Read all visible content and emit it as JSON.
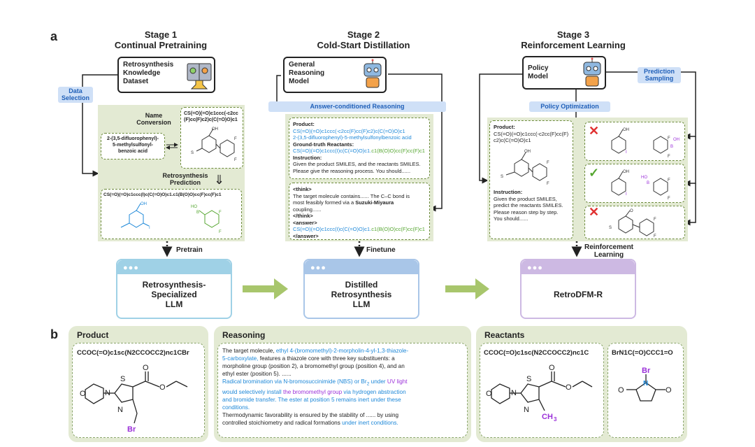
{
  "panel_a": {
    "letter": "a",
    "stage1": {
      "title1": "Stage 1",
      "title2": "Continual Pretraining",
      "dataset_l1": "Retrosynthesis",
      "dataset_l2": "Knowledge",
      "dataset_l3": "Dataset",
      "data_selection_1": "Data",
      "data_selection_2": "Selection",
      "name_conversion_1": "Name",
      "name_conversion_2": "Conversion",
      "iupac_1": "2-(3,5-difluorophenyl)-",
      "iupac_2": "5-methylsulfonyl-",
      "iupac_3": "benzoic acid",
      "smiles_1": "CS(=O)(=O)c1ccc(-c2cc",
      "smiles_2": "(F)cc(F)c2)c(C(=O)O)c1",
      "retro_pred_1": "Retrosynthesis",
      "retro_pred_2": "Prediction",
      "reaction_smiles": "CS(=O)(=O)c1ccc(I)c(C(=O)O)c1.c1(B(O)O)cc(F)cc(F)c1",
      "pretrain": "Pretrain",
      "llm_1": "Retrosynthesis-",
      "llm_2": "Specialized",
      "llm_3": "LLM"
    },
    "stage2": {
      "title1": "Stage 2",
      "title2": "Cold-Start Distillation",
      "model_l1": "General",
      "model_l2": "Reasoning",
      "model_l3": "Model",
      "answer_cond": "Answer-conditioned Reasoning",
      "product_label": "Product:",
      "product_smiles": "CS(=O)(=O)c1ccc(-c2cc(F)cc(F)c2)c(C(=O)O)c1",
      "product_name": "2-(3,5-difluorophenyl)-5-methylsulfonylbenzoic acid",
      "gt_label": "Ground-truth Reactants:",
      "gt_smiles": "CS(=O)(=O)c1ccc(I)c(C(=O)O)c1.",
      "gt_smiles_b": "c1(B(O)O)cc(F)cc(F)c1",
      "instr_label": "Instruction:",
      "instr_1": "Given the product SMILES,  and the reactants SMILES.",
      "instr_2": "Please give the reasoning process. You should......",
      "think_open": "<think>",
      "think_1": "The target molecule contains...... The C–C bond is",
      "think_2": "most feasibly formed via a",
      "think_bold": "Suzuki-Miyaura",
      "think_3": "coupling......",
      "think_close": "</think>",
      "answer_open": "<answer>",
      "answer_smiles": "CS(=O)(=O)c1ccc(I)c(C(=O)O)c1.",
      "answer_smiles_b": "c1(B(O)O)cc(F)cc(F)c1",
      "answer_close": "</answer>",
      "finetune": "Finetune",
      "llm_1": "Distilled",
      "llm_2": "Retrosynthesis",
      "llm_3": "LLM"
    },
    "stage3": {
      "title1": "Stage 3",
      "title2": "Reinforcement Learning",
      "model_l1": "Policy",
      "model_l2": "Model",
      "pred_sampling_1": "Prediction",
      "pred_sampling_2": "Sampling",
      "policy_opt": "Policy Optimization",
      "product_label": "Product:",
      "product_1": "CS(=O)(=O)c1ccc(-c2cc(F)cc(F)",
      "product_2": "c2)c(C(=O)O)c1",
      "instr_label": "Instruction:",
      "instr_1": "Given the product SMILES,",
      "instr_2": "predict the reactants SMILES.",
      "instr_3": "Please reason step by step.",
      "instr_4": "You should......",
      "rl_1": "Reinforcement",
      "rl_2": "Learning",
      "llm_1": "RetroDFM-R"
    }
  },
  "panel_b": {
    "letter": "b",
    "product_title": "Product",
    "product_smiles": "CCOC(=O)c1sc(N2CCOCC2)nc1CBr",
    "reasoning_title": "Reasoning",
    "r_l1_a": "The target molecule,",
    "r_l1_b": "ethyl 4-(bromomethyl)-2-morpholin-4-yl-1,3-thiazole-",
    "r_l2_b": "5-carboxylate,",
    "r_l2_c": "features a thiazole core with three key substituents: a",
    "r_l3": "morpholine group (position 2), a bromomethyl group (position 4), and an",
    "r_l4": "ethyl ester (position 5).   ......",
    "r_l5_a": "Radical bromination via N-bromosuccinimide (NBS) or Br",
    "r_l5_sub": "2",
    "r_l5_b": "under",
    "r_l5_c": "UV light",
    "r_l6_a": "would selectively install",
    "r_l6_b": "the bromomethyl group",
    "r_l6_c": "via hydrogen abstraction",
    "r_l7": "and bromide transfer.  The ester at position 5 remains inert under these",
    "r_l8": "conditions.",
    "r_l9": "Thermodynamic favorability is ensured by the stability of ...... by using",
    "r_l10_a": "controlled stoichiometry and radical formations",
    "r_l10_b": "under inert conditions.",
    "reactants_title": "Reactants",
    "reactant1_smiles": "CCOC(=O)c1sc(N2CCOCC2)nc1C",
    "reactant2_smiles": "BrN1C(=O)CCC1=O"
  },
  "colors": {
    "green_bg": "#e3ead3",
    "blue_label_bg": "#cfe0f7",
    "smiles_blue": "#1e88d8",
    "smiles_green": "#55a630",
    "purple": "#9b30d9",
    "llm1": "#9fd1e6",
    "llm2": "#a9c6e8",
    "llm3": "#cdb9e3"
  }
}
